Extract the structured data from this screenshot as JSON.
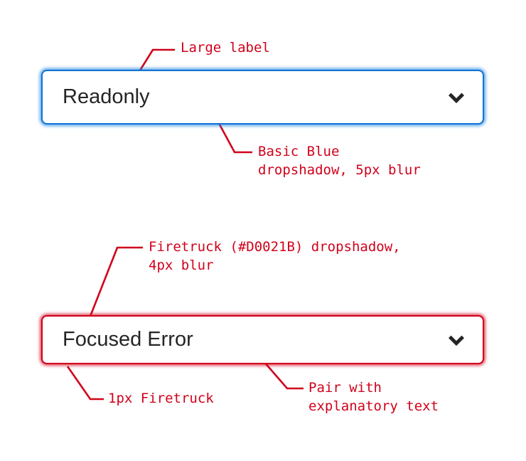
{
  "colors": {
    "firetruck": "#D0021B",
    "basic_blue": "#1274D4",
    "text_dark": "#252525",
    "background": "#FFFFFF"
  },
  "fields": [
    {
      "id": "readonly",
      "label": "Readonly",
      "state": "readonly",
      "border": "Basic Blue",
      "icon": "chevron-down-icon"
    },
    {
      "id": "focused-error",
      "label": "Focused Error",
      "state": "focused error",
      "border": "1px Firetruck",
      "icon": "chevron-down-icon"
    }
  ],
  "annotations": [
    {
      "id": "large-label",
      "text": "Large label"
    },
    {
      "id": "basic-blue",
      "text": "Basic Blue\ndropshadow, 5px blur"
    },
    {
      "id": "firetruck-shadow",
      "text": "Firetruck (#D0021B) dropshadow,\n4px blur"
    },
    {
      "id": "1px-firetruck",
      "text": "1px Firetruck"
    },
    {
      "id": "pair-with",
      "text": "Pair with\nexplanatory text"
    }
  ]
}
